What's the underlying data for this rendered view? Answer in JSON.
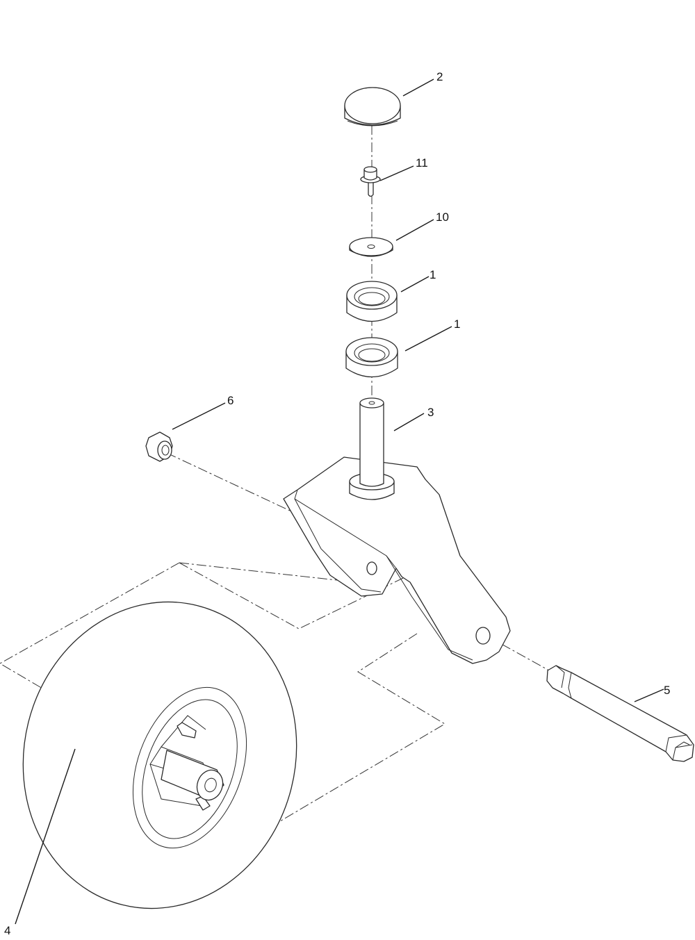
{
  "callouts": {
    "cap": "2",
    "bolt": "11",
    "washer": "10",
    "bearing_upper": "1",
    "bearing_lower": "1",
    "spindle": "3",
    "nut": "6",
    "wheel": "4",
    "axle_bolt": "5"
  }
}
